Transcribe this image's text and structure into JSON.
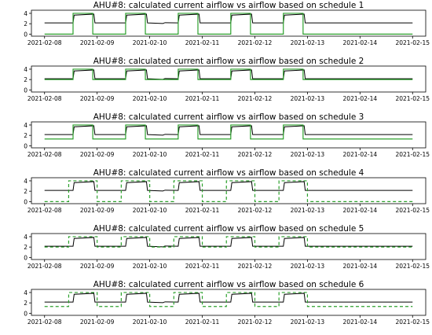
{
  "colors": {
    "calculated": "#000000",
    "schedule": "#2ca02c",
    "axis": "#000000",
    "background": "#ffffff"
  },
  "chart_data": [
    {
      "type": "line",
      "title": "AHU#8: calculated current airflow vs airflow based on schedule 1",
      "x_ticks": [
        "2021-02-08",
        "2021-02-09",
        "2021-02-10",
        "2021-02-11",
        "2021-02-12",
        "2021-02-13",
        "2021-02-14",
        "2021-02-15"
      ],
      "y_ticks": [
        0,
        2,
        4
      ],
      "xlim": [
        "2021-02-07T18:00",
        "2021-02-15T06:00"
      ],
      "ylim": [
        -0.4,
        4.6
      ],
      "grid": false,
      "series": [
        {
          "style": "solid",
          "color": "black",
          "x": [
            "2021-02-08T00:00",
            "2021-02-08T13:00",
            "2021-02-08T13:30",
            "2021-02-08T22:30",
            "2021-02-08T23:00",
            "2021-02-09T13:00",
            "2021-02-09T13:30",
            "2021-02-09T22:30",
            "2021-02-09T23:00",
            "2021-02-10T06:00",
            "2021-02-10T07:00",
            "2021-02-10T13:00",
            "2021-02-10T13:30",
            "2021-02-10T22:30",
            "2021-02-10T23:00",
            "2021-02-11T13:00",
            "2021-02-11T13:30",
            "2021-02-11T22:30",
            "2021-02-11T23:00",
            "2021-02-12T13:00",
            "2021-02-12T13:30",
            "2021-02-12T22:30",
            "2021-02-12T23:00",
            "2021-02-15T00:00"
          ],
          "y": [
            2.15,
            2.15,
            3.65,
            3.85,
            2.15,
            2.15,
            3.65,
            3.85,
            2.15,
            2.05,
            2.2,
            2.15,
            3.65,
            3.85,
            2.15,
            2.15,
            3.65,
            3.85,
            2.15,
            2.15,
            3.65,
            3.85,
            2.15,
            2.15
          ]
        },
        {
          "style": "solid",
          "color": "green",
          "x": [
            "2021-02-08T00:00",
            "2021-02-08T13:00",
            "2021-02-08T13:01",
            "2021-02-08T22:00",
            "2021-02-08T22:01",
            "2021-02-09T13:00",
            "2021-02-09T13:01",
            "2021-02-09T22:00",
            "2021-02-09T22:01",
            "2021-02-10T13:00",
            "2021-02-10T13:01",
            "2021-02-10T22:00",
            "2021-02-10T22:01",
            "2021-02-11T13:00",
            "2021-02-11T13:01",
            "2021-02-11T22:00",
            "2021-02-11T22:01",
            "2021-02-12T13:00",
            "2021-02-12T13:01",
            "2021-02-12T22:00",
            "2021-02-12T22:01",
            "2021-02-15T00:00"
          ],
          "y": [
            0,
            0,
            4,
            4,
            0,
            0,
            4,
            4,
            0,
            0,
            4,
            4,
            0,
            0,
            4,
            4,
            0,
            0,
            4,
            4,
            0,
            0
          ]
        }
      ]
    },
    {
      "type": "line",
      "title": "AHU#8: calculated current airflow vs airflow based on schedule 2",
      "x_ticks": [
        "2021-02-08",
        "2021-02-09",
        "2021-02-10",
        "2021-02-11",
        "2021-02-12",
        "2021-02-13",
        "2021-02-14",
        "2021-02-15"
      ],
      "y_ticks": [
        0,
        2,
        4
      ],
      "xlim": [
        "2021-02-07T18:00",
        "2021-02-15T06:00"
      ],
      "ylim": [
        -0.4,
        4.6
      ],
      "grid": false,
      "series": [
        {
          "style": "solid",
          "color": "black",
          "x": [
            "2021-02-08T00:00",
            "2021-02-08T13:00",
            "2021-02-08T13:30",
            "2021-02-08T22:30",
            "2021-02-08T23:00",
            "2021-02-09T13:00",
            "2021-02-09T13:30",
            "2021-02-09T22:30",
            "2021-02-09T23:00",
            "2021-02-10T06:00",
            "2021-02-10T07:00",
            "2021-02-10T13:00",
            "2021-02-10T13:30",
            "2021-02-10T22:30",
            "2021-02-10T23:00",
            "2021-02-11T13:00",
            "2021-02-11T13:30",
            "2021-02-11T22:30",
            "2021-02-11T23:00",
            "2021-02-12T13:00",
            "2021-02-12T13:30",
            "2021-02-12T22:30",
            "2021-02-12T23:00",
            "2021-02-15T00:00"
          ],
          "y": [
            2.15,
            2.15,
            3.65,
            3.85,
            2.15,
            2.15,
            3.65,
            3.85,
            2.15,
            2.05,
            2.2,
            2.15,
            3.65,
            3.85,
            2.15,
            2.15,
            3.65,
            3.85,
            2.15,
            2.15,
            3.65,
            3.85,
            2.15,
            2.15
          ]
        },
        {
          "style": "solid",
          "color": "green",
          "x": [
            "2021-02-08T00:00",
            "2021-02-08T13:00",
            "2021-02-08T13:01",
            "2021-02-08T22:00",
            "2021-02-08T22:01",
            "2021-02-09T13:00",
            "2021-02-09T13:01",
            "2021-02-09T22:00",
            "2021-02-09T22:01",
            "2021-02-10T13:00",
            "2021-02-10T13:01",
            "2021-02-10T22:00",
            "2021-02-10T22:01",
            "2021-02-11T13:00",
            "2021-02-11T13:01",
            "2021-02-11T22:00",
            "2021-02-11T22:01",
            "2021-02-12T13:00",
            "2021-02-12T13:01",
            "2021-02-12T22:00",
            "2021-02-12T22:01",
            "2021-02-15T00:00"
          ],
          "y": [
            2,
            2,
            4,
            4,
            2,
            2,
            4,
            4,
            2,
            2,
            4,
            4,
            2,
            2,
            4,
            4,
            2,
            2,
            4,
            4,
            2,
            2
          ]
        }
      ]
    },
    {
      "type": "line",
      "title": "AHU#8: calculated current airflow vs airflow based on schedule 3",
      "x_ticks": [
        "2021-02-08",
        "2021-02-09",
        "2021-02-10",
        "2021-02-11",
        "2021-02-12",
        "2021-02-13",
        "2021-02-14",
        "2021-02-15"
      ],
      "y_ticks": [
        0,
        2,
        4
      ],
      "xlim": [
        "2021-02-07T18:00",
        "2021-02-15T06:00"
      ],
      "ylim": [
        -0.4,
        4.6
      ],
      "grid": false,
      "series": [
        {
          "style": "solid",
          "color": "black",
          "x": [
            "2021-02-08T00:00",
            "2021-02-08T13:00",
            "2021-02-08T13:30",
            "2021-02-08T22:30",
            "2021-02-08T23:00",
            "2021-02-09T13:00",
            "2021-02-09T13:30",
            "2021-02-09T22:30",
            "2021-02-09T23:00",
            "2021-02-10T06:00",
            "2021-02-10T07:00",
            "2021-02-10T13:00",
            "2021-02-10T13:30",
            "2021-02-10T22:30",
            "2021-02-10T23:00",
            "2021-02-11T13:00",
            "2021-02-11T13:30",
            "2021-02-11T22:30",
            "2021-02-11T23:00",
            "2021-02-12T13:00",
            "2021-02-12T13:30",
            "2021-02-12T22:30",
            "2021-02-12T23:00",
            "2021-02-15T00:00"
          ],
          "y": [
            2.15,
            2.15,
            3.65,
            3.85,
            2.15,
            2.15,
            3.65,
            3.85,
            2.15,
            2.05,
            2.2,
            2.15,
            3.65,
            3.85,
            2.15,
            2.15,
            3.65,
            3.85,
            2.15,
            2.15,
            3.65,
            3.85,
            2.15,
            2.15
          ]
        },
        {
          "style": "solid",
          "color": "green",
          "x": [
            "2021-02-08T00:00",
            "2021-02-08T13:00",
            "2021-02-08T13:01",
            "2021-02-08T22:00",
            "2021-02-08T22:01",
            "2021-02-09T13:00",
            "2021-02-09T13:01",
            "2021-02-09T22:00",
            "2021-02-09T22:01",
            "2021-02-10T13:00",
            "2021-02-10T13:01",
            "2021-02-10T22:00",
            "2021-02-10T22:01",
            "2021-02-11T13:00",
            "2021-02-11T13:01",
            "2021-02-11T22:00",
            "2021-02-11T22:01",
            "2021-02-12T13:00",
            "2021-02-12T13:01",
            "2021-02-12T22:00",
            "2021-02-12T22:01",
            "2021-02-15T00:00"
          ],
          "y": [
            1.3,
            1.3,
            4,
            4,
            1.3,
            1.3,
            4,
            4,
            1.3,
            1.3,
            4,
            4,
            1.3,
            1.3,
            4,
            4,
            1.3,
            1.3,
            4,
            4,
            1.3,
            1.3
          ]
        }
      ]
    },
    {
      "type": "line",
      "title": "AHU#8: calculated current airflow vs airflow based on schedule 4",
      "x_ticks": [
        "2021-02-08",
        "2021-02-09",
        "2021-02-10",
        "2021-02-11",
        "2021-02-12",
        "2021-02-13",
        "2021-02-14",
        "2021-02-15"
      ],
      "y_ticks": [
        0,
        2,
        4
      ],
      "xlim": [
        "2021-02-07T18:00",
        "2021-02-15T06:00"
      ],
      "ylim": [
        -0.4,
        4.6
      ],
      "grid": false,
      "series": [
        {
          "style": "solid",
          "color": "black",
          "x": [
            "2021-02-08T00:00",
            "2021-02-08T13:00",
            "2021-02-08T13:30",
            "2021-02-08T22:30",
            "2021-02-08T23:00",
            "2021-02-09T13:00",
            "2021-02-09T13:30",
            "2021-02-09T22:30",
            "2021-02-09T23:00",
            "2021-02-10T06:00",
            "2021-02-10T07:00",
            "2021-02-10T13:00",
            "2021-02-10T13:30",
            "2021-02-10T22:30",
            "2021-02-10T23:00",
            "2021-02-11T13:00",
            "2021-02-11T13:30",
            "2021-02-11T22:30",
            "2021-02-11T23:00",
            "2021-02-12T13:00",
            "2021-02-12T13:30",
            "2021-02-12T22:30",
            "2021-02-12T23:00",
            "2021-02-15T00:00"
          ],
          "y": [
            2.15,
            2.15,
            3.65,
            3.85,
            2.15,
            2.15,
            3.65,
            3.85,
            2.15,
            2.05,
            2.2,
            2.15,
            3.65,
            3.85,
            2.15,
            2.15,
            3.65,
            3.85,
            2.15,
            2.15,
            3.65,
            3.85,
            2.15,
            2.15
          ]
        },
        {
          "style": "dashed",
          "color": "green",
          "x": [
            "2021-02-08T00:00",
            "2021-02-08T11:00",
            "2021-02-08T11:01",
            "2021-02-09T00:00",
            "2021-02-09T00:01",
            "2021-02-09T11:00",
            "2021-02-09T11:01",
            "2021-02-10T00:00",
            "2021-02-10T00:01",
            "2021-02-10T11:00",
            "2021-02-10T11:01",
            "2021-02-11T00:00",
            "2021-02-11T00:01",
            "2021-02-11T11:00",
            "2021-02-11T11:01",
            "2021-02-12T00:00",
            "2021-02-12T00:01",
            "2021-02-12T11:00",
            "2021-02-12T11:01",
            "2021-02-13T00:00",
            "2021-02-13T00:01",
            "2021-02-15T00:00"
          ],
          "y": [
            0,
            0,
            4,
            4,
            0,
            0,
            4,
            4,
            0,
            0,
            4,
            4,
            0,
            0,
            4,
            4,
            0,
            0,
            4,
            4,
            0,
            0
          ]
        }
      ]
    },
    {
      "type": "line",
      "title": "AHU#8: calculated current airflow vs airflow based on schedule 5",
      "x_ticks": [
        "2021-02-08",
        "2021-02-09",
        "2021-02-10",
        "2021-02-11",
        "2021-02-12",
        "2021-02-13",
        "2021-02-14",
        "2021-02-15"
      ],
      "y_ticks": [
        0,
        2,
        4
      ],
      "xlim": [
        "2021-02-07T18:00",
        "2021-02-15T06:00"
      ],
      "ylim": [
        -0.4,
        4.6
      ],
      "grid": false,
      "series": [
        {
          "style": "solid",
          "color": "black",
          "x": [
            "2021-02-08T00:00",
            "2021-02-08T13:00",
            "2021-02-08T13:30",
            "2021-02-08T22:30",
            "2021-02-08T23:00",
            "2021-02-09T13:00",
            "2021-02-09T13:30",
            "2021-02-09T22:30",
            "2021-02-09T23:00",
            "2021-02-10T06:00",
            "2021-02-10T07:00",
            "2021-02-10T13:00",
            "2021-02-10T13:30",
            "2021-02-10T22:30",
            "2021-02-10T23:00",
            "2021-02-11T13:00",
            "2021-02-11T13:30",
            "2021-02-11T22:30",
            "2021-02-11T23:00",
            "2021-02-12T13:00",
            "2021-02-12T13:30",
            "2021-02-12T22:30",
            "2021-02-12T23:00",
            "2021-02-15T00:00"
          ],
          "y": [
            2.15,
            2.15,
            3.65,
            3.85,
            2.15,
            2.15,
            3.65,
            3.85,
            2.15,
            2.05,
            2.2,
            2.15,
            3.65,
            3.85,
            2.15,
            2.15,
            3.65,
            3.85,
            2.15,
            2.15,
            3.65,
            3.85,
            2.15,
            2.15
          ]
        },
        {
          "style": "dashed",
          "color": "green",
          "x": [
            "2021-02-08T00:00",
            "2021-02-08T11:00",
            "2021-02-08T11:01",
            "2021-02-09T00:00",
            "2021-02-09T00:01",
            "2021-02-09T11:00",
            "2021-02-09T11:01",
            "2021-02-10T00:00",
            "2021-02-10T00:01",
            "2021-02-10T11:00",
            "2021-02-10T11:01",
            "2021-02-11T00:00",
            "2021-02-11T00:01",
            "2021-02-11T11:00",
            "2021-02-11T11:01",
            "2021-02-12T00:00",
            "2021-02-12T00:01",
            "2021-02-12T11:00",
            "2021-02-12T11:01",
            "2021-02-13T00:00",
            "2021-02-13T00:01",
            "2021-02-15T00:00"
          ],
          "y": [
            2,
            2,
            4,
            4,
            2,
            2,
            4,
            4,
            2,
            2,
            4,
            4,
            2,
            2,
            4,
            4,
            2,
            2,
            4,
            4,
            2,
            2
          ]
        }
      ]
    },
    {
      "type": "line",
      "title": "AHU#8: calculated current airflow vs airflow based on schedule 6",
      "x_ticks": [
        "2021-02-08",
        "2021-02-09",
        "2021-02-10",
        "2021-02-11",
        "2021-02-12",
        "2021-02-13",
        "2021-02-14",
        "2021-02-15"
      ],
      "y_ticks": [
        0,
        2,
        4
      ],
      "xlim": [
        "2021-02-07T18:00",
        "2021-02-15T06:00"
      ],
      "ylim": [
        -0.4,
        4.6
      ],
      "grid": false,
      "series": [
        {
          "style": "solid",
          "color": "black",
          "x": [
            "2021-02-08T00:00",
            "2021-02-08T13:00",
            "2021-02-08T13:30",
            "2021-02-08T22:30",
            "2021-02-08T23:00",
            "2021-02-09T13:00",
            "2021-02-09T13:30",
            "2021-02-09T22:30",
            "2021-02-09T23:00",
            "2021-02-10T06:00",
            "2021-02-10T07:00",
            "2021-02-10T13:00",
            "2021-02-10T13:30",
            "2021-02-10T22:30",
            "2021-02-10T23:00",
            "2021-02-11T13:00",
            "2021-02-11T13:30",
            "2021-02-11T22:30",
            "2021-02-11T23:00",
            "2021-02-12T13:00",
            "2021-02-12T13:30",
            "2021-02-12T22:30",
            "2021-02-12T23:00",
            "2021-02-15T00:00"
          ],
          "y": [
            2.15,
            2.15,
            3.65,
            3.85,
            2.15,
            2.15,
            3.65,
            3.85,
            2.15,
            2.05,
            2.2,
            2.15,
            3.65,
            3.85,
            2.15,
            2.15,
            3.65,
            3.85,
            2.15,
            2.15,
            3.65,
            3.85,
            2.15,
            2.15
          ]
        },
        {
          "style": "dashed",
          "color": "green",
          "x": [
            "2021-02-08T00:00",
            "2021-02-08T11:00",
            "2021-02-08T11:01",
            "2021-02-09T00:00",
            "2021-02-09T00:01",
            "2021-02-09T11:00",
            "2021-02-09T11:01",
            "2021-02-10T00:00",
            "2021-02-10T00:01",
            "2021-02-10T11:00",
            "2021-02-10T11:01",
            "2021-02-11T00:00",
            "2021-02-11T00:01",
            "2021-02-11T11:00",
            "2021-02-11T11:01",
            "2021-02-12T00:00",
            "2021-02-12T00:01",
            "2021-02-12T11:00",
            "2021-02-12T11:01",
            "2021-02-13T00:00",
            "2021-02-13T00:01",
            "2021-02-15T00:00"
          ],
          "y": [
            1.3,
            1.3,
            4,
            4,
            1.3,
            1.3,
            4,
            4,
            1.3,
            1.3,
            4,
            4,
            1.3,
            1.3,
            4,
            4,
            1.3,
            1.3,
            4,
            4,
            1.3,
            1.3
          ]
        }
      ]
    }
  ]
}
